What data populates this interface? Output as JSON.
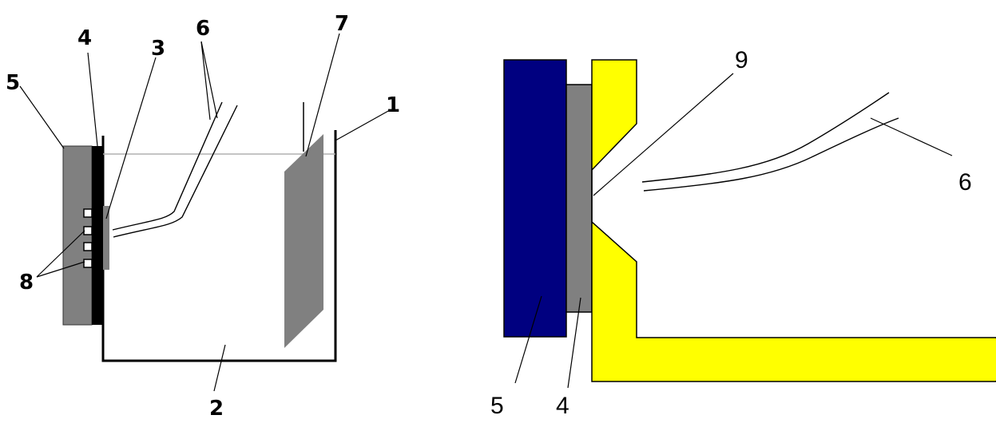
{
  "left_diagram": {
    "labels": {
      "l1": "1",
      "l2": "2",
      "l3": "3",
      "l4": "4",
      "l5": "5",
      "l6": "6",
      "l7": "7",
      "l8": "8"
    }
  },
  "right_diagram": {
    "labels": {
      "r9": "9",
      "r6": "6",
      "r5": "5",
      "r4": "4"
    }
  },
  "colors": {
    "line": "#000000",
    "gray": "#808080",
    "dark_layer": "#000000",
    "liquid_line": "#b0b0b0",
    "navy": "#000080",
    "yellow": "#ffff00",
    "white": "#ffffff"
  }
}
